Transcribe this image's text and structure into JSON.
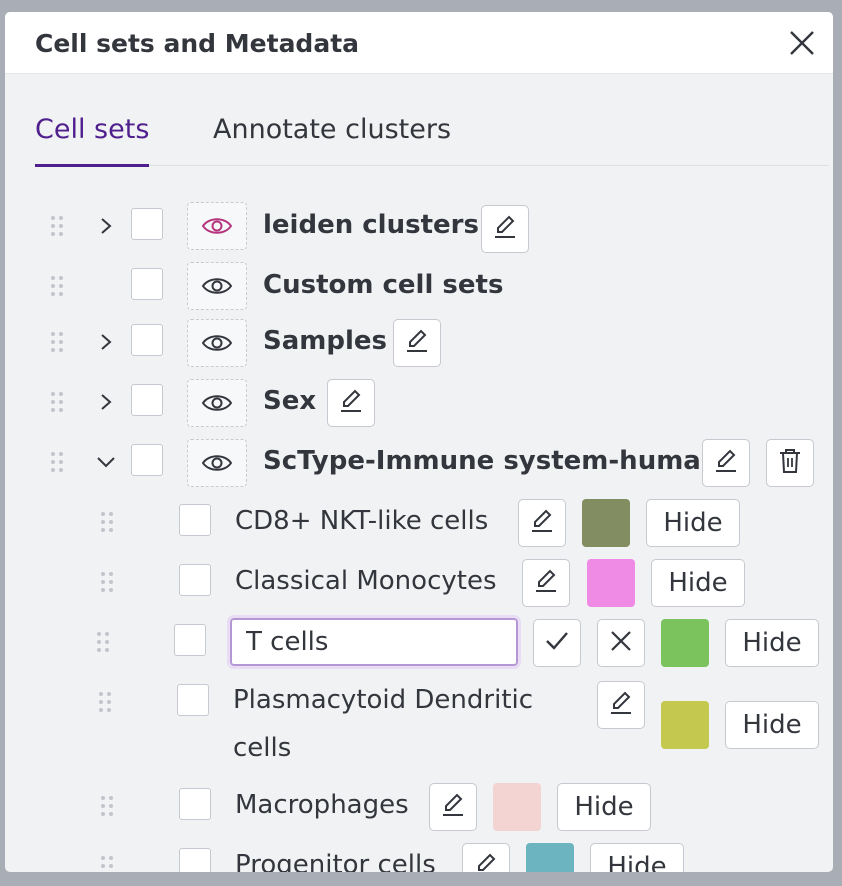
{
  "panel": {
    "title": "Cell sets and Metadata",
    "close_icon": "close-icon"
  },
  "tabs": [
    {
      "label": "Cell sets",
      "active": true
    },
    {
      "label": "Annotate clusters",
      "active": false
    }
  ],
  "groups": [
    {
      "name": "leiden clusters",
      "expanded": false,
      "visible": true,
      "eye_color": "#b5357e"
    },
    {
      "name": "Custom cell sets",
      "expanded": false,
      "visible": false
    },
    {
      "name": "Samples",
      "expanded": false,
      "visible": false
    },
    {
      "name": "Sex",
      "expanded": false,
      "visible": false
    },
    {
      "name": "ScType-Immune system-human",
      "expanded": true,
      "visible": false
    }
  ],
  "cells": [
    {
      "name": "CD8+ NKT-like cells",
      "color": "#828d61",
      "hide_label": "Hide"
    },
    {
      "name": "Classical Monocytes",
      "color": "#f08be5",
      "hide_label": "Hide"
    },
    {
      "name": "T cells",
      "color": "#7bc45d",
      "hide_label": "Hide",
      "editing": true
    },
    {
      "name": "Plasmacytoid Dendritic cells",
      "color": "#c5c84f",
      "hide_label": "Hide"
    },
    {
      "name": "Macrophages",
      "color": "#f4d3d3",
      "hide_label": "Hide"
    },
    {
      "name": "Progenitor cells",
      "color": "#6bb4c0",
      "hide_label": "Hide"
    }
  ],
  "colors": {
    "accent": "#4f1f8e",
    "eye_active": "#b5357e",
    "input_focus": "#b597d6"
  }
}
